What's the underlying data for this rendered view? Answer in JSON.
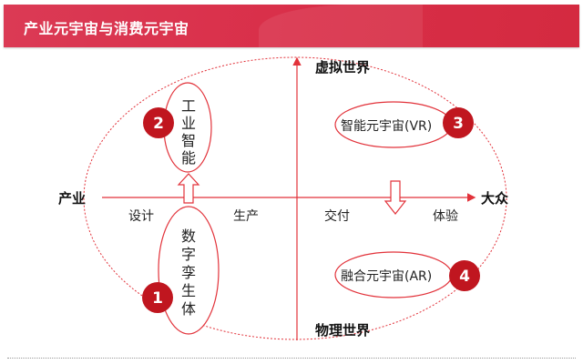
{
  "header": {
    "title": "产业元宇宙与消费元宇宙"
  },
  "diagram": {
    "axis_left": "产业",
    "axis_right": "大众",
    "axis_top": "虚拟世界",
    "axis_bottom": "物理世界",
    "stages": [
      "设计",
      "生产",
      "交付",
      "体验"
    ],
    "items": [
      {
        "number": "1",
        "label": [
          "数",
          "字",
          "孪",
          "生",
          "体"
        ]
      },
      {
        "number": "2",
        "label": [
          "工",
          "业",
          "智",
          "能"
        ]
      },
      {
        "number": "3",
        "label": "智能元宇宙(VR)"
      },
      {
        "number": "4",
        "label": "融合元宇宙(AR)"
      }
    ],
    "colors": {
      "accent": "#c0161f",
      "line": "#e2323a"
    }
  }
}
